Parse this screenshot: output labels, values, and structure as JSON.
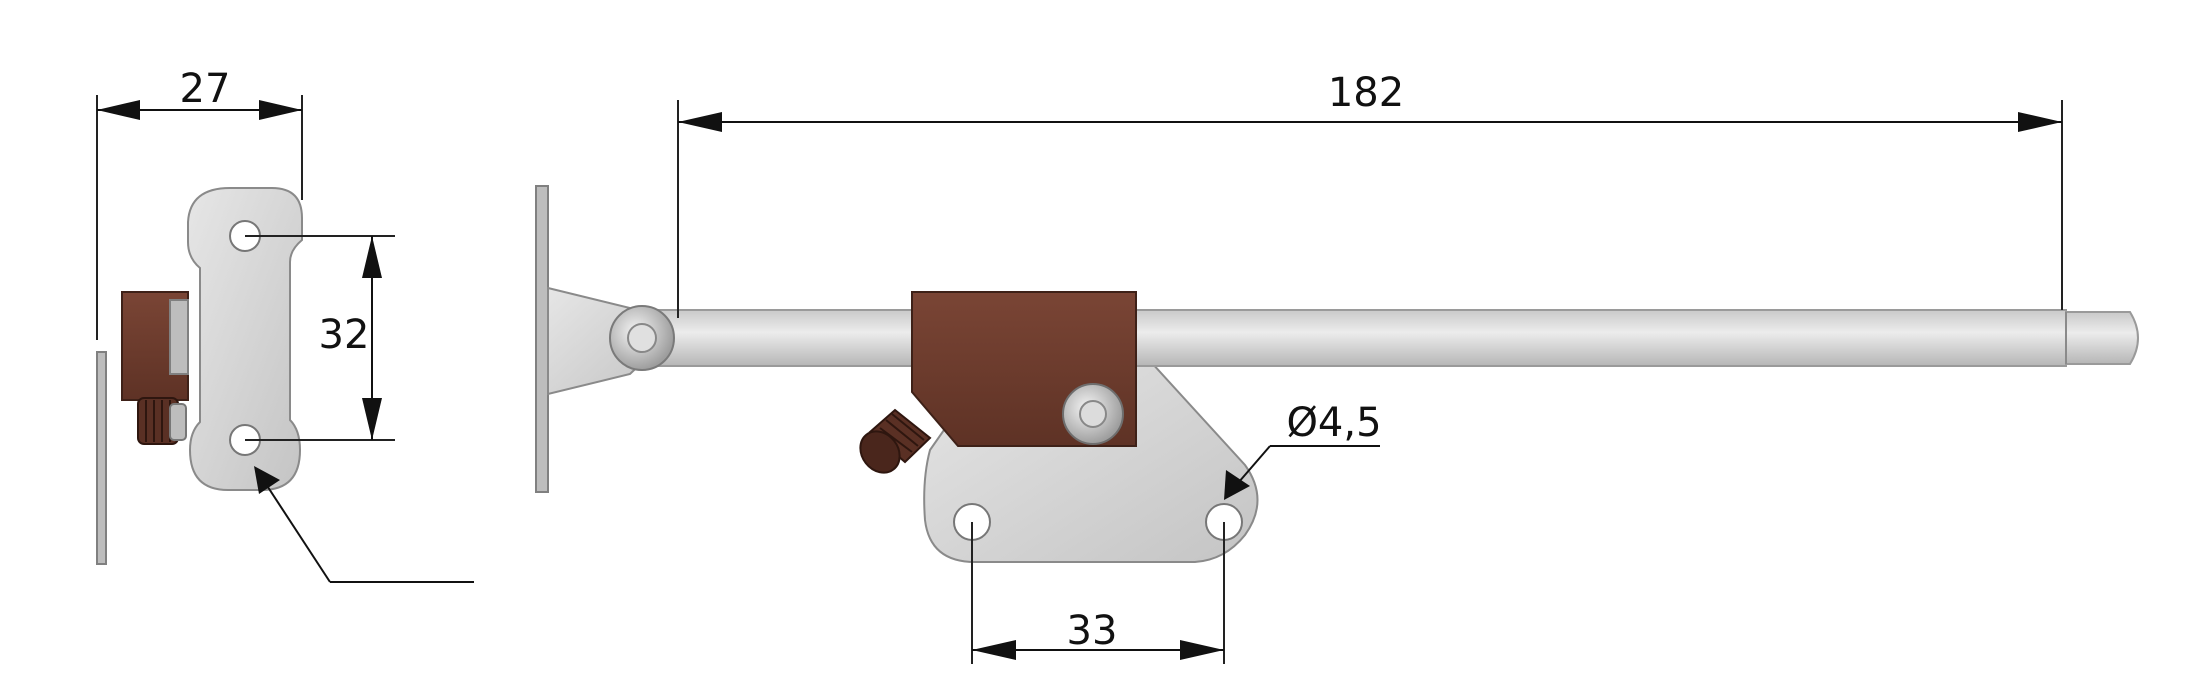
{
  "dimensions": {
    "width_side": "27",
    "hole_spacing_side": "32",
    "overall_length": "182",
    "hole_spacing_base": "33",
    "hole_diameter": "Ø4,5"
  },
  "colors": {
    "brown_block": "#6b3a2c",
    "brown_shadow": "#4a261c",
    "steel": "#d4d4d4",
    "line": "#111111"
  }
}
